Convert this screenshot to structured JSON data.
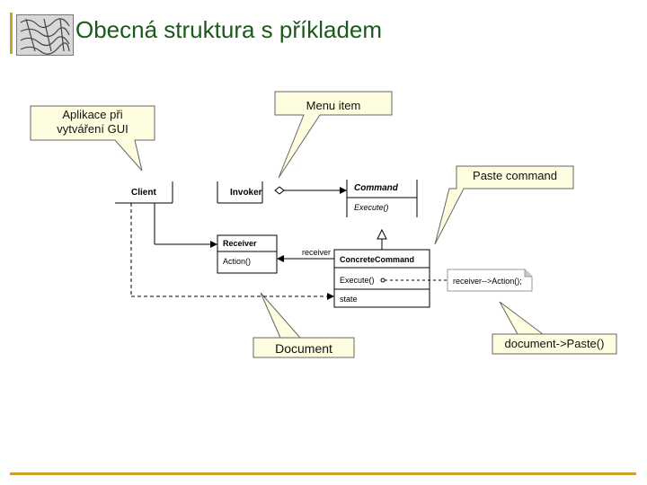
{
  "slide": {
    "title": "Obecná struktura s příkladem"
  },
  "callouts": {
    "gui": [
      "Aplikace při",
      "vytváření GUI"
    ],
    "menu_item": "Menu item",
    "paste_command": "Paste command",
    "document": "Document",
    "document_paste": "document->Paste()"
  },
  "uml": {
    "client": "Client",
    "invoker": "Invoker",
    "command": "Command",
    "command_op": "Execute()",
    "receiver": "Receiver",
    "receiver_op": "Action()",
    "concrete_command": "ConcreteCommand",
    "concrete_op": "Execute()",
    "concrete_attr": "state",
    "receiver_assoc": "receiver",
    "note": "receiver-->Action();"
  },
  "colors": {
    "accent": "#c9a227",
    "title": "#1a5a1a",
    "callout_fill": "#fffde0"
  }
}
